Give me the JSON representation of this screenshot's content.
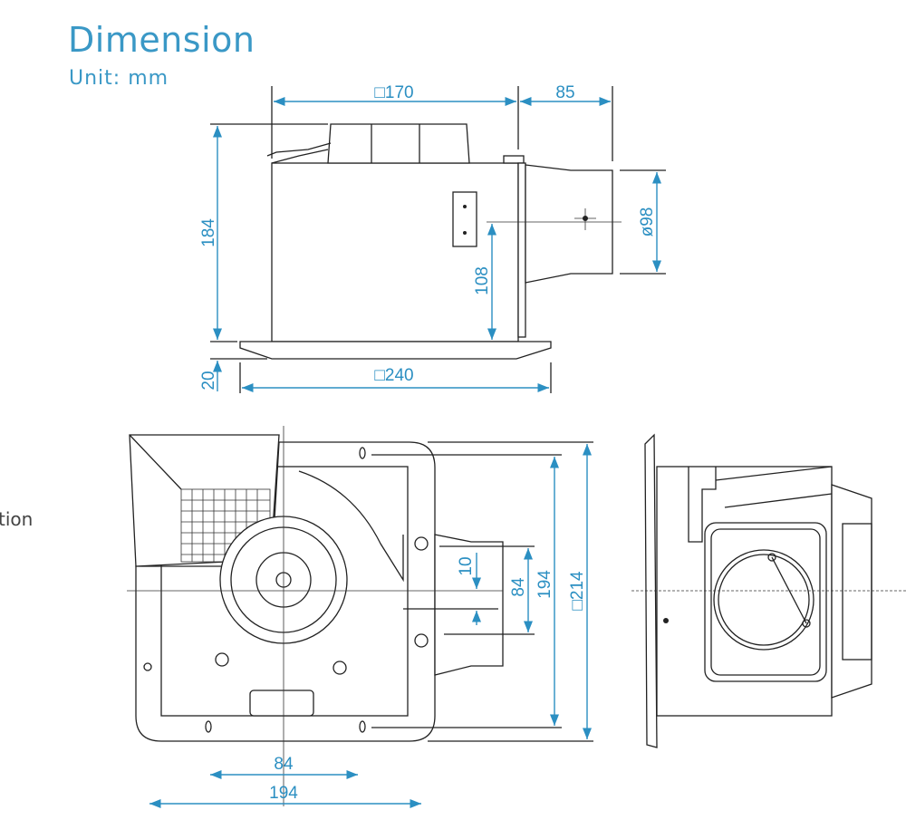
{
  "header": {
    "title": "Dimension",
    "unit": "Unit: mm"
  },
  "side_label": "tion",
  "colors": {
    "accent": "#3a98c6",
    "dimension": "#2b8fc2",
    "line": "#222222"
  },
  "front_view": {
    "width_body": "□170",
    "duct_depth": "85",
    "height": "184",
    "panel_thickness": "20",
    "panel_width": "□240",
    "duct_diameter": "ø98",
    "duct_center_height": "108"
  },
  "bottom_view": {
    "panel_size": "□214",
    "hole_pitch_vertical": "194",
    "duct_opening": "84",
    "offset": "10",
    "horizontal_inner": "84",
    "horizontal_outer": "194"
  }
}
